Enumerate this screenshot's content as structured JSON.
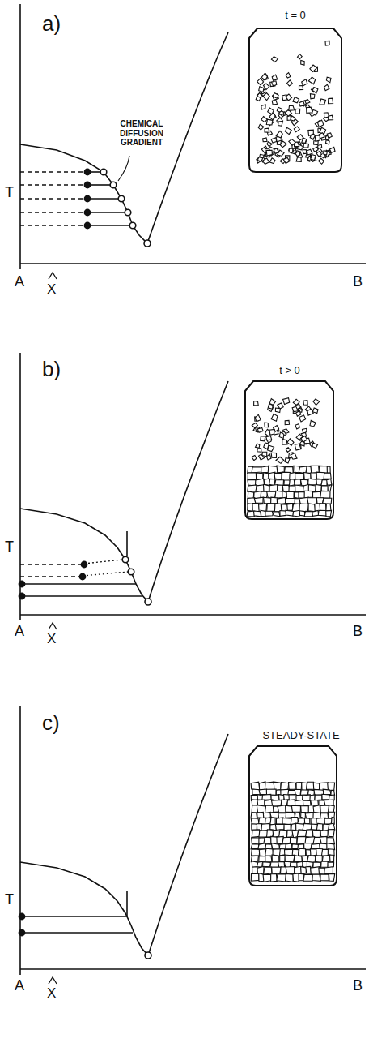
{
  "diagram": {
    "labels": [
      "a)",
      "t = 0",
      "CHEMICAL DIFFUSION GRADIENT",
      "T",
      "A",
      "X",
      "B",
      "b)",
      "t > 0",
      "T",
      "A",
      "X",
      "B",
      "c)",
      "STEADY-STATE",
      "T",
      "A",
      "X",
      "B"
    ]
  }
}
